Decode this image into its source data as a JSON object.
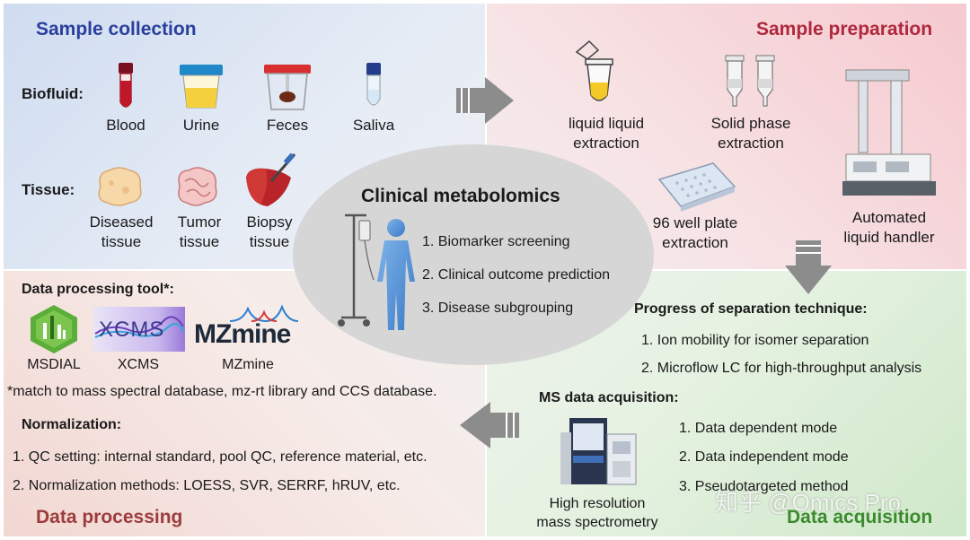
{
  "quadrants": {
    "sample_collection": {
      "title": "Sample collection",
      "title_color": "#2a3f9e",
      "biofluid_label": "Biofluid:",
      "biofluids": [
        "Blood",
        "Urine",
        "Feces",
        "Saliva"
      ],
      "tissue_label": "Tissue:",
      "tissues": [
        {
          "line1": "Diseased",
          "line2": "tissue"
        },
        {
          "line1": "Tumor",
          "line2": "tissue"
        },
        {
          "line1": "Biopsy",
          "line2": "tissue"
        }
      ]
    },
    "sample_preparation": {
      "title": "Sample preparation",
      "title_color": "#b0283c",
      "methods": [
        {
          "line1": "liquid liquid",
          "line2": "extraction"
        },
        {
          "line1": "Solid phase",
          "line2": "extraction"
        },
        {
          "line1": "96 well plate",
          "line2": "extraction"
        },
        {
          "line1": "Automated",
          "line2": "liquid handler"
        }
      ]
    },
    "data_processing": {
      "title": "Data processing",
      "title_color": "#9c3c3c",
      "tool_heading": "Data processing tool*:",
      "tools": [
        "MSDIAL",
        "XCMS",
        "MZmine"
      ],
      "logo_texts": {
        "xcms": "XCMS",
        "mzmine": "MZmine"
      },
      "footnote": "*match to mass spectral database, mz-rt library and CCS database.",
      "normalization_heading": "Normalization:",
      "normalization_items": [
        "1. QC setting: internal standard, pool QC, reference material, etc.",
        "2. Normalization methods: LOESS, SVR, SERRF, hRUV, etc."
      ]
    },
    "data_acquisition": {
      "title": "Data acquisition",
      "title_color": "#3b8a2e",
      "separation_heading": "Progress of separation technique:",
      "separation_items": [
        "1. Ion mobility for isomer separation",
        "2. Microflow LC for high-throughput analysis"
      ],
      "ms_heading": "MS data acquisition:",
      "ms_items": [
        "1. Data dependent mode",
        "2. Data independent mode",
        "3. Pseudotargeted method"
      ],
      "instrument": {
        "line1": "High resolution",
        "line2": "mass spectrometry"
      }
    }
  },
  "center": {
    "title": "Clinical metabolomics",
    "items": [
      "1. Biomarker screening",
      "2. Clinical outcome prediction",
      "3. Disease subgrouping"
    ]
  },
  "watermark": "知乎 @Omics Pro"
}
